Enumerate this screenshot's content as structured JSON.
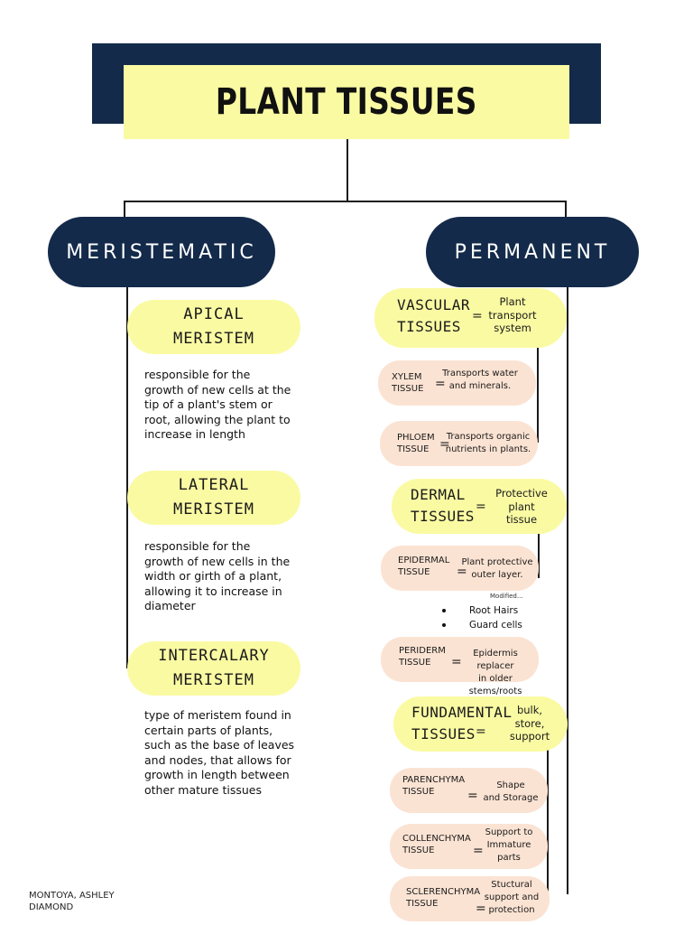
{
  "title": "PLANT TISSUES",
  "meristematic": {
    "label": "MERISTEMATIC",
    "items": [
      {
        "name_line1": "APICAL",
        "name_line2": "MERISTEM",
        "description": " responsible for the\ngrowth of new cells at the\ntip of a plant's stem or\nroot, allowing the plant to\nincrease in length"
      },
      {
        "name_line1": "LATERAL",
        "name_line2": "MERISTEM",
        "description": " responsible for the\ngrowth of new cells in the\nwidth or girth of a plant,\nallowing it to increase in\ndiameter"
      },
      {
        "name_line1": "INTERCALARY",
        "name_line2": "MERISTEM",
        "description": " type of meristem found in\ncertain parts of plants,\nsuch as the base of leaves\nand nodes, that allows for\ngrowth in length between\nother mature tissues"
      }
    ]
  },
  "permanent": {
    "label": "PERMANENT",
    "groups": [
      {
        "name": "VASCULAR\nTISSUES",
        "eq": "=",
        "description": "Plant\ntransport\nsystem",
        "subs": [
          {
            "name": "XYLEM\nTISSUE",
            "eq": "=",
            "description": "Transports water\nand minerals."
          },
          {
            "name": "PHLOEM\nTISSUE",
            "eq": "=",
            "description": "Transports organic\nnutrients in plants."
          }
        ]
      },
      {
        "name": "DERMAL\nTISSUES",
        "eq": "=",
        "description": "Protective\nplant\ntissue",
        "subs": [
          {
            "name": "EPIDERMAL\nTISSUE",
            "eq": "=",
            "description": "Plant protective\nouter layer."
          },
          {
            "name": "PERIDERM\nTISSUE",
            "eq": "=",
            "description": "Epidermis replacer\nin older stems/roots"
          }
        ],
        "modified_label": "Modified...",
        "modified_items": [
          "Root Hairs",
          "Guard cells"
        ]
      },
      {
        "name": "FUNDAMENTAL\nTISSUES",
        "eq": "=",
        "description": "bulk,\nstore,\nsupport",
        "subs": [
          {
            "name": "PARENCHYMA\nTISSUE",
            "eq": "=",
            "description": "Shape\nand Storage"
          },
          {
            "name": "COLLENCHYMA\nTISSUE",
            "eq": "=",
            "description": "Support to\nImmature\nparts"
          },
          {
            "name": "SCLERENCHYMA\nTISSUE",
            "eq": "=",
            "description": "Stuctural\nsupport and\nprotection"
          }
        ]
      }
    ]
  },
  "author": "MONTOYA, ASHLEY\nDIAMOND",
  "colors": {
    "navy": "#132a4a",
    "yellow": "#fafaa3",
    "peach": "#fbe3d3"
  }
}
